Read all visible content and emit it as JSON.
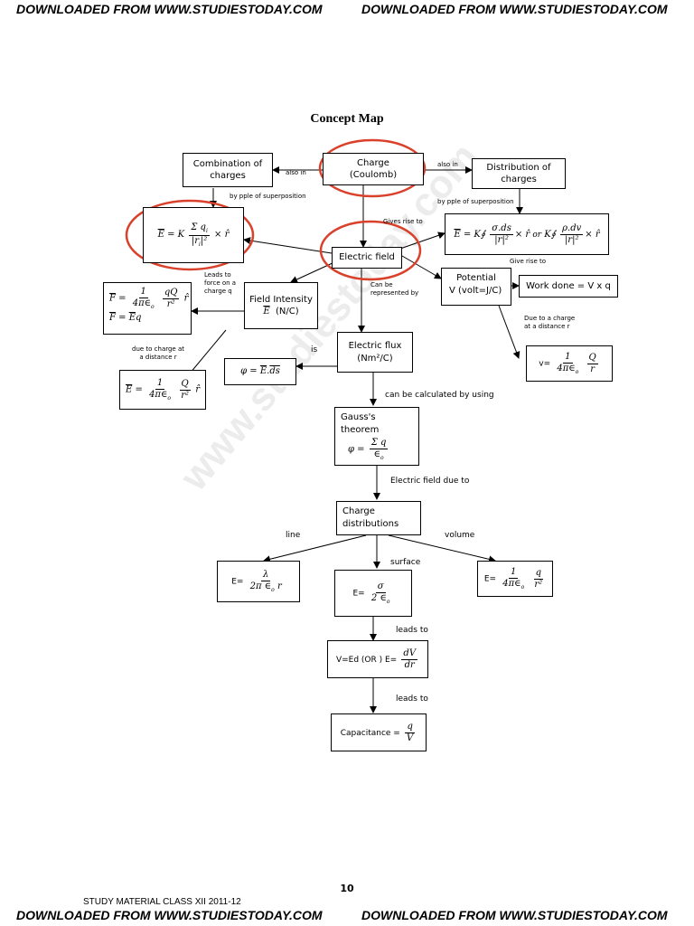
{
  "header": {
    "left": "DOWNLOADED FROM WWW.STUDIESTODAY.COM",
    "right": "DOWNLOADED FROM WWW.STUDIESTODAY.COM"
  },
  "footer": {
    "left": "DOWNLOADED FROM WWW.STUDIESTODAY.COM",
    "right": "DOWNLOADED FROM WWW.STUDIESTODAY.COM",
    "page_number": "10",
    "study_material": "STUDY MATERIAL CLASS XII 2011-12"
  },
  "watermark": "www.studiestoday.com",
  "diagram": {
    "title": "Concept Map",
    "nodes": {
      "combination": "Combination of charges",
      "charge_line1": "Charge",
      "charge_line2": "(Coulomb)",
      "distribution": "Distribution of charges",
      "electric_field": "Electric field",
      "field_intensity_line1": "Field Intensity",
      "field_intensity_unit": "(N/C)",
      "potential_line1": "Potential",
      "potential_line2": "V  (volt=J/C)",
      "work_done": "Work done = V x q",
      "electric_flux_line1": "Electric flux",
      "electric_flux_line2": "(Nm²/C)",
      "gauss": "Gauss's theorem",
      "charge_distributions": "Charge distributions",
      "e_line_prefix": "E=",
      "e_surface_prefix": "E=",
      "e_volume_prefix": "E=",
      "v_prefix": "v=",
      "v_ed": "V=Ed (OR ) E=",
      "capacitance": "Capacitance ="
    },
    "edge_labels": {
      "also_in_left": "also in",
      "also_in_right": "also in",
      "superposition_left": "by pple of  superposition",
      "superposition_right": "by pple of  superposition",
      "gives_rise_to_1": "Gives rise to",
      "gives_rise_to_2": "Give rise to",
      "leads_to_force": "Leads to\nforce on a\ncharge q",
      "can_be_represented": "Can be\nrepresented by",
      "due_to_charge_distance_left": "due to charge at\na distance r",
      "due_to_charge_distance_right": "Due to a charge\nat a distance r",
      "is": "is",
      "can_be_calculated": "can be calculated by using",
      "electric_field_due_to": "Electric field due to",
      "line": "line",
      "surface": "surface",
      "volume": "volume",
      "leads_to_1": "leads to",
      "leads_to_2": "leads to"
    },
    "highlight_color": "#d9412b"
  }
}
